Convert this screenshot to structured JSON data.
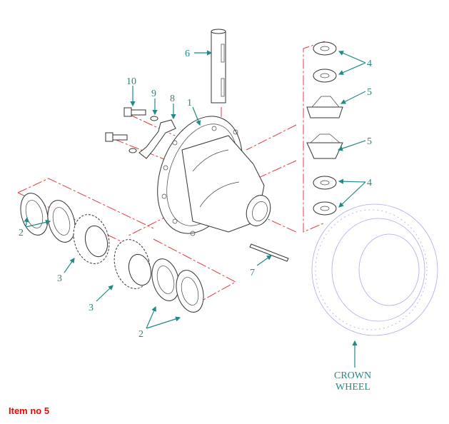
{
  "diagram": {
    "callouts": {
      "c1": "1",
      "c2a": "2",
      "c2b": "2",
      "c3a": "3",
      "c3b": "3",
      "c4a": "4",
      "c4b": "4",
      "c5a": "5",
      "c5b": "5",
      "c6": "6",
      "c7": "7",
      "c8": "8",
      "c9": "9",
      "c10": "10"
    },
    "crown_wheel": {
      "line1": "CROWN",
      "line2": "WHEEL"
    },
    "colors": {
      "callout": "#1f8a86",
      "centerline": "#e8383d",
      "crown_wheel": "#a9a9ee",
      "note": "#ff0000"
    }
  },
  "note": "Item no 5"
}
